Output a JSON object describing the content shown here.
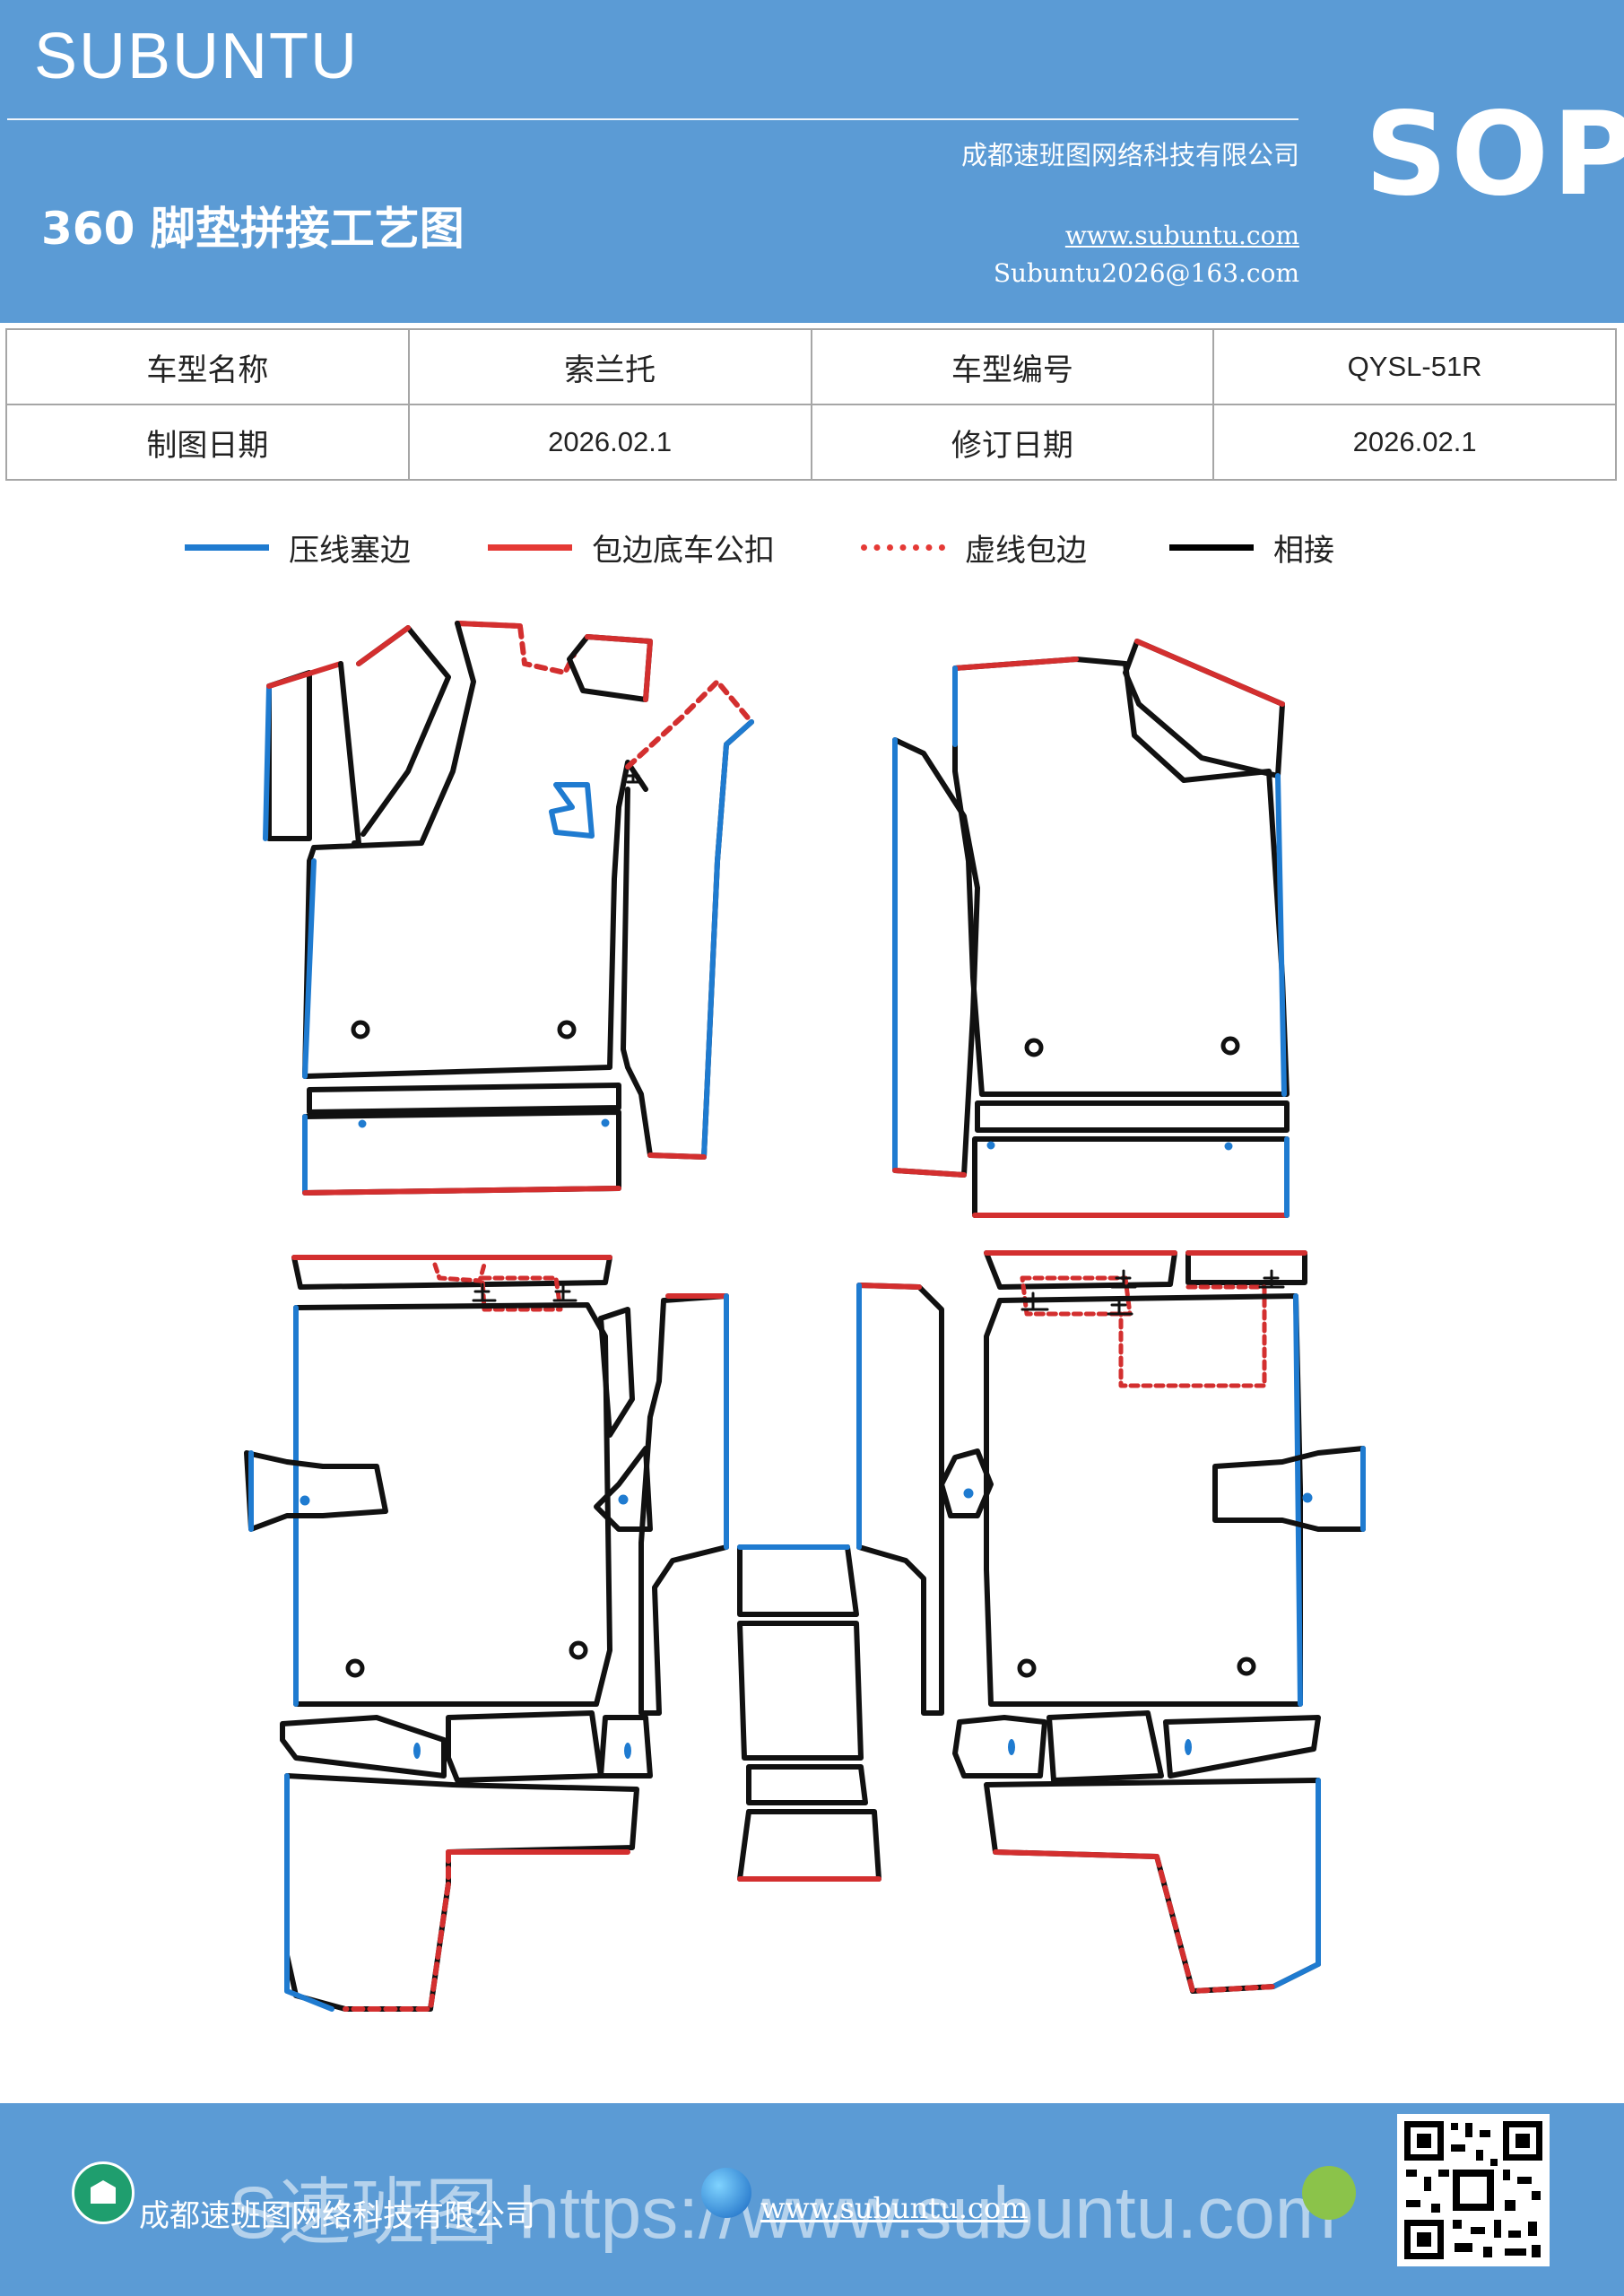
{
  "header": {
    "brand": "SUBUNTU",
    "doc_title": "360 脚垫拼接工艺图",
    "company": "成都速班图网络科技有限公司",
    "website": "www.subuntu.com",
    "email": "Subuntu2026@163.com",
    "sop": "SOP"
  },
  "info_table": {
    "model_name_label": "车型名称",
    "model_name_value": "索兰托",
    "model_code_label": "车型编号",
    "model_code_value": "QYSL-51R",
    "draw_date_label": "制图日期",
    "draw_date_value": "2026.02.1",
    "revise_date_label": "修订日期",
    "revise_date_value": "2026.02.1"
  },
  "legend": [
    {
      "label": "压线塞边",
      "color": "#1f7bd0",
      "style": "solid"
    },
    {
      "label": "包边底车公扣",
      "color": "#e53935",
      "style": "solid"
    },
    {
      "label": "虚线包边",
      "color": "#e53935",
      "style": "dotted"
    },
    {
      "label": "相接",
      "color": "#000000",
      "style": "solid"
    }
  ],
  "colors": {
    "header_bg": "#5b9bd5",
    "blue_line": "#1f7bd0",
    "red_line": "#d32f2f",
    "black_line": "#111111"
  },
  "footer": {
    "company": "成都速班图网络科技有限公司",
    "website": "www.subuntu.com",
    "watermark": "S速班图 https://www.subuntu.com"
  }
}
